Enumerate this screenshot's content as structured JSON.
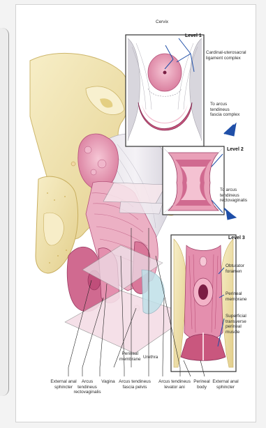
{
  "labels": {
    "cervix": "Cervix",
    "level1": "Level 1",
    "cardinal": "Cardinal-uterosacral\nligament complex",
    "to_arcus_fascia": "To arcus\ntendineus\nfascia complex",
    "level2": "Level 2",
    "to_arcus_recto": "To arcus\ntendineus\nrectovaginalis",
    "level3": "Level 3",
    "obturator": "Obturator\nforamen",
    "perineal_membrane_r": "Perineal\nmembrane",
    "superficial": "Superficial\ntransverse\nperineal\nmuscle",
    "perineal_membrane_b": "Perineal\nmembrane",
    "urethra": "Urethra",
    "external_anal_l": "External anal\nsphincter",
    "arcus_recto": "Arcus\ntendineus\nrectovaginalis",
    "vagina": "Vagina",
    "arcus_fascia_pelvis": "Arcus tendineus\nfascia pelvis",
    "arcus_levator": "Arcus tendineus\nlevator ani",
    "perineal_body": "Perineal\nbody",
    "external_anal_r": "External anal\nsphincter"
  },
  "colors": {
    "bone": "#f2e6b3",
    "bone_dark": "#dcc57a",
    "tissue_pink": "#e8a2b8",
    "tissue_deep": "#c9577e",
    "fascia_grey": "#c9c6cf",
    "leader_blue": "#1f4fa8"
  }
}
